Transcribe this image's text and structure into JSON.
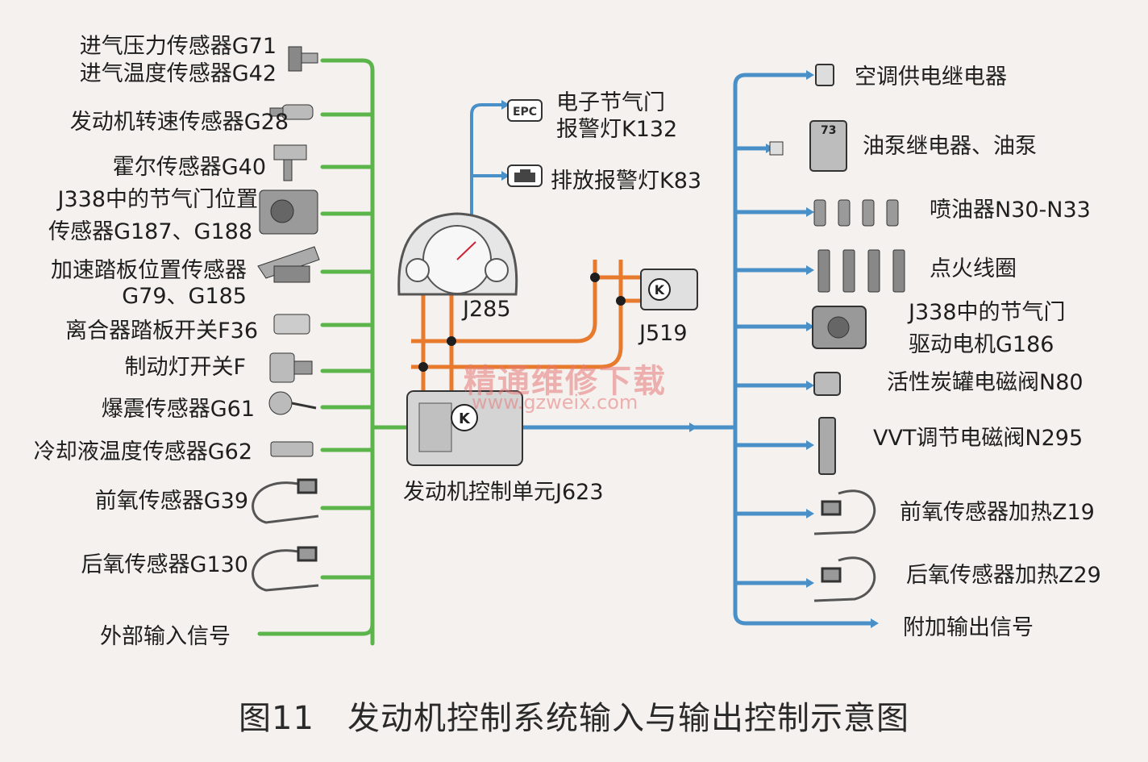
{
  "caption": "图11　发动机控制系统输入与输出控制示意图",
  "watermark": {
    "cn": "精通维修下载",
    "url": "www.gzweix.com"
  },
  "colors": {
    "input_line": "#5cb54a",
    "output_line": "#4a90c8",
    "bus_line": "#e87a2e"
  },
  "inputs": [
    {
      "id": "g71",
      "label": "进气压力传感器G71"
    },
    {
      "id": "g42",
      "label": "进气温度传感器G42"
    },
    {
      "id": "g28",
      "label": "发动机转速传感器G28"
    },
    {
      "id": "g40",
      "label": "霍尔传感器G40"
    },
    {
      "id": "g187a",
      "label": "J338中的节气门位置"
    },
    {
      "id": "g187b",
      "label": "传感器G187、G188"
    },
    {
      "id": "g79a",
      "label": "加速踏板位置传感器"
    },
    {
      "id": "g79b",
      "label": "G79、G185"
    },
    {
      "id": "f36",
      "label": "离合器踏板开关F36"
    },
    {
      "id": "f",
      "label": "制动灯开关F"
    },
    {
      "id": "g61",
      "label": "爆震传感器G61"
    },
    {
      "id": "g62",
      "label": "冷却液温度传感器G62"
    },
    {
      "id": "g39",
      "label": "前氧传感器G39"
    },
    {
      "id": "g130",
      "label": "后氧传感器G130"
    },
    {
      "id": "ext",
      "label": "外部输入信号"
    }
  ],
  "outputs": [
    {
      "id": "ac",
      "label": "空调供电继电器"
    },
    {
      "id": "pump",
      "label": "油泵继电器、油泵"
    },
    {
      "id": "inj",
      "label": "喷油器N30-N33"
    },
    {
      "id": "coil",
      "label": "点火线圈"
    },
    {
      "id": "g186a",
      "label": "J338中的节气门"
    },
    {
      "id": "g186b",
      "label": "驱动电机G186"
    },
    {
      "id": "n80",
      "label": "活性炭罐电磁阀N80"
    },
    {
      "id": "n295",
      "label": "VVT调节电磁阀N295"
    },
    {
      "id": "z19",
      "label": "前氧传感器加热Z19"
    },
    {
      "id": "z29",
      "label": "后氧传感器加热Z29"
    },
    {
      "id": "aux",
      "label": "附加输出信号"
    }
  ],
  "center": {
    "epc_badge": "EPC",
    "k132a": "电子节气门",
    "k132b": "报警灯K132",
    "k83": "排放报警灯K83",
    "j285": "J285",
    "j519": "J519",
    "j623": "发动机控制单元J623",
    "relay_label": "73"
  }
}
